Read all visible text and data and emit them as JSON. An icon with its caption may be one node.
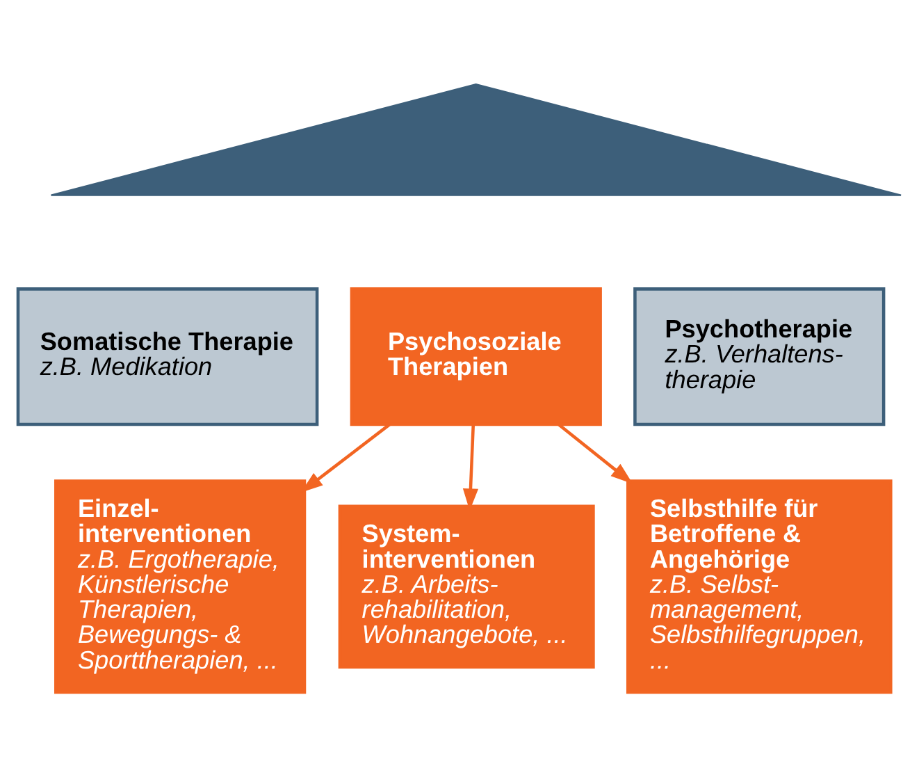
{
  "diagram": {
    "nodes": [
      {
        "text": [],
        "shape": "triangle"
      },
      {
        "text": [
          "Somatische Therapie",
          "z.B. Medikation"
        ]
      },
      {
        "text": [
          "Psychosoziale Therapien"
        ]
      },
      {
        "text": [
          "Psychotherapie",
          "z.B. Verhaltens- therapie"
        ]
      },
      {
        "text": [
          "Einzel- interventionen",
          "z.B. Ergotherapie, Künstlerische Therapien, Bewegungs- & Sporttherapien, ..."
        ]
      },
      {
        "text": [
          "System- interventionen",
          "z.B. Arbeits- rehabilitation, Wohnangebote, ..."
        ]
      },
      {
        "text": [
          "Selbsthilfe für Betroffene & Angehörige",
          "z.B. Selbst- management, Selbsthilfegruppen, ..."
        ]
      }
    ],
    "edges": [
      {
        "from": 2,
        "to": 4,
        "arrow": "to"
      },
      {
        "from": 2,
        "to": 5,
        "arrow": "to"
      },
      {
        "from": 2,
        "to": 6,
        "arrow": "to"
      }
    ]
  }
}
